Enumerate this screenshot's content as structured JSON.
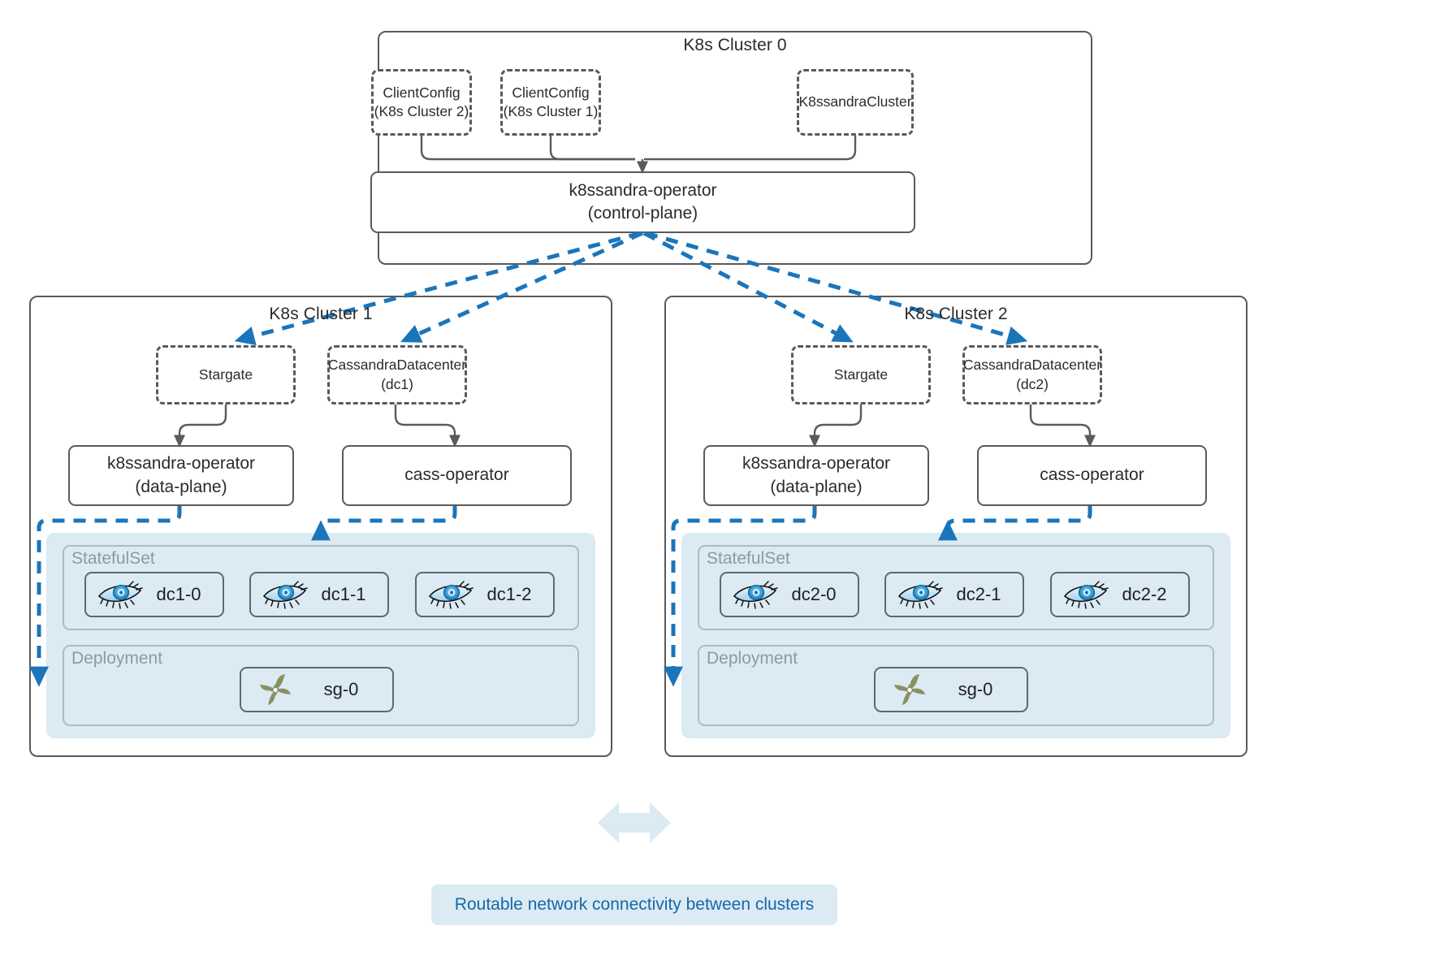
{
  "diagram": {
    "title": "K8ssandra multi-cluster topology",
    "colors": {
      "dashed_flow": "#1b75bb",
      "solid_border": "#5a5a5a",
      "namespace_panel": "#dbeaf3",
      "group_border": "#a8bdc8",
      "group_label": "#8b9aa3",
      "caption_text": "#1668a8",
      "pod_fill": "#dceaf3",
      "cassandra_icon": "#3a9fd6",
      "stargate_icon": "#8a9161"
    }
  },
  "control_plane_cluster": {
    "title": "K8s Cluster 0",
    "crds": [
      {
        "id": "clientconfig-2",
        "line1": "ClientConfig",
        "line2": "(K8s Cluster 2)"
      },
      {
        "id": "clientconfig-1",
        "line1": "ClientConfig",
        "line2": "(K8s Cluster 1)"
      },
      {
        "id": "k8ssandracluster",
        "line1": "K8ssandraCluster",
        "line2": ""
      }
    ],
    "operator": {
      "line1": "k8ssandra-operator",
      "line2": "(control-plane)"
    }
  },
  "data_plane_clusters": [
    {
      "title": "K8s Cluster 1",
      "crds": [
        {
          "id": "stargate",
          "line1": "Stargate",
          "line2": ""
        },
        {
          "id": "cassandradatacenter",
          "line1": "CassandraDatacenter",
          "line2": "(dc1)"
        }
      ],
      "operators": [
        {
          "id": "k8ssandra-operator",
          "line1": "k8ssandra-operator",
          "line2": "(data-plane)"
        },
        {
          "id": "cass-operator",
          "line1": "cass-operator",
          "line2": ""
        }
      ],
      "statefulset": {
        "label": "StatefulSet",
        "pods": [
          {
            "icon": "cassandra-eye-icon",
            "label": "dc1-0"
          },
          {
            "icon": "cassandra-eye-icon",
            "label": "dc1-1"
          },
          {
            "icon": "cassandra-eye-icon",
            "label": "dc1-2"
          }
        ]
      },
      "deployment": {
        "label": "Deployment",
        "pods": [
          {
            "icon": "stargate-pinwheel-icon",
            "label": "sg-0"
          }
        ]
      }
    },
    {
      "title": "K8s Cluster 2",
      "crds": [
        {
          "id": "stargate",
          "line1": "Stargate",
          "line2": ""
        },
        {
          "id": "cassandradatacenter",
          "line1": "CassandraDatacenter",
          "line2": "(dc2)"
        }
      ],
      "operators": [
        {
          "id": "k8ssandra-operator",
          "line1": "k8ssandra-operator",
          "line2": "(data-plane)"
        },
        {
          "id": "cass-operator",
          "line1": "cass-operator",
          "line2": ""
        }
      ],
      "statefulset": {
        "label": "StatefulSet",
        "pods": [
          {
            "icon": "cassandra-eye-icon",
            "label": "dc2-0"
          },
          {
            "icon": "cassandra-eye-icon",
            "label": "dc2-1"
          },
          {
            "icon": "cassandra-eye-icon",
            "label": "dc2-2"
          }
        ]
      },
      "deployment": {
        "label": "Deployment",
        "pods": [
          {
            "icon": "stargate-pinwheel-icon",
            "label": "sg-0"
          }
        ]
      }
    }
  ],
  "caption": {
    "text": "Routable network connectivity between clusters"
  }
}
